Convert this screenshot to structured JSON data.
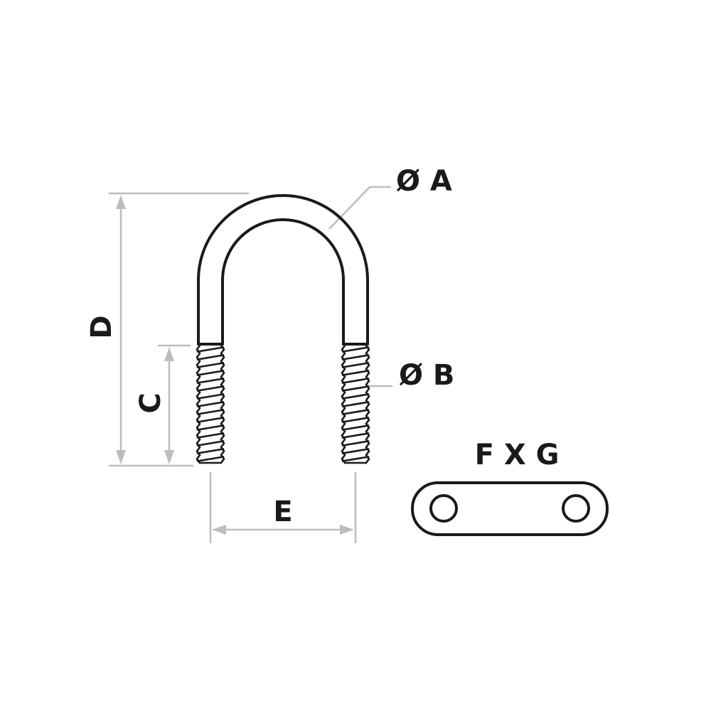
{
  "labels": {
    "dim_a": "Ø A",
    "dim_b": "Ø B",
    "dim_c": "C",
    "dim_d": "D",
    "dim_e": "E",
    "dim_fxg": "F X G"
  },
  "colors": {
    "outline": "#1a1a1a",
    "dimension": "#bdbdbd",
    "background": "#ffffff"
  }
}
